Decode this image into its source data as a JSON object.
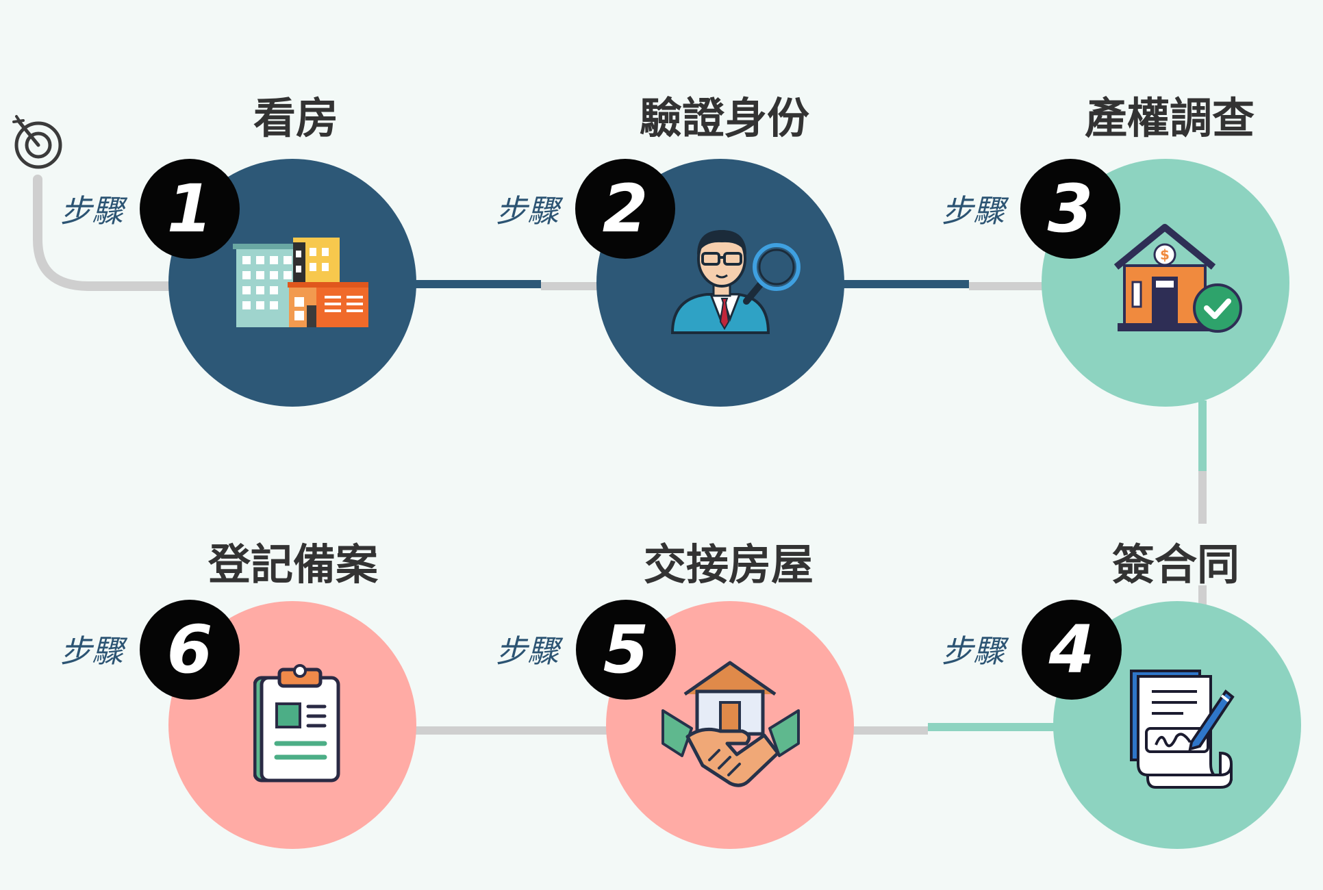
{
  "colors": {
    "background": "#f3f9f7",
    "navy": "#2d5877",
    "teal": "#8dd3c0",
    "pink": "#ffaba5",
    "connector_gray": "#cfcfcf",
    "badge": "#050505",
    "title_text": "#333333",
    "step_label_text": "#2c5473"
  },
  "steps": [
    {
      "number": "1",
      "prefix": "步驟",
      "title": "看房",
      "color": "navy",
      "icon": "buildings-icon"
    },
    {
      "number": "2",
      "prefix": "步驟",
      "title": "驗證身份",
      "color": "navy",
      "icon": "inspector-magnifier-icon"
    },
    {
      "number": "3",
      "prefix": "步驟",
      "title": "產權調查",
      "color": "teal",
      "icon": "house-check-icon"
    },
    {
      "number": "4",
      "prefix": "步驟",
      "title": "簽合同",
      "color": "teal",
      "icon": "contract-sign-icon"
    },
    {
      "number": "5",
      "prefix": "步驟",
      "title": "交接房屋",
      "color": "pink",
      "icon": "handshake-house-icon"
    },
    {
      "number": "6",
      "prefix": "步驟",
      "title": "登記備案",
      "color": "pink",
      "icon": "clipboard-icon"
    }
  ],
  "start_icon": "target-icon"
}
